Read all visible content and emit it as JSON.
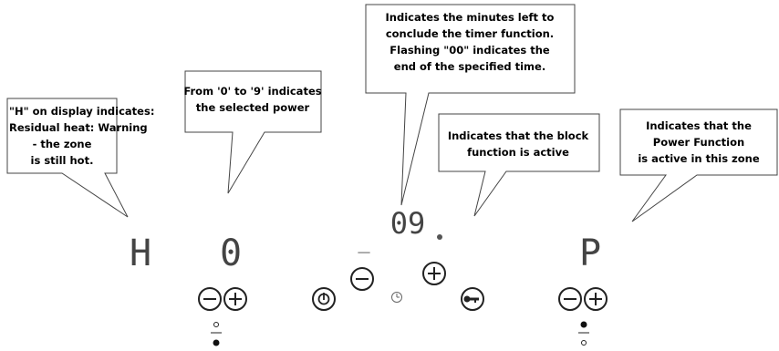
{
  "callouts": {
    "residual_heat": [
      "\"H\" on display indicates:",
      "Residual heat: Warning",
      "- the zone",
      "is still hot."
    ],
    "power_level": [
      "From '0' to '9' indicates",
      "the selected power"
    ],
    "timer": [
      "Indicates the minutes left to",
      "conclude the timer function.",
      "Flashing \"00\" indicates the",
      "end of the specified time."
    ],
    "block": [
      "Indicates that the block",
      "function is active"
    ],
    "power_function": [
      "Indicates that the",
      "Power Function",
      "is active in this zone"
    ]
  },
  "displays": {
    "left_zone": "H",
    "left_center_zone": "0",
    "timer": "09",
    "timer_dot": ".",
    "timer_minus_line": "_",
    "right_zone": "P"
  },
  "controls": {
    "minus_symbol": "−",
    "plus_symbol": "+",
    "on_off_icon": "power-icon",
    "timer_icon": "clock-icon",
    "lock_icon": "key-icon"
  }
}
